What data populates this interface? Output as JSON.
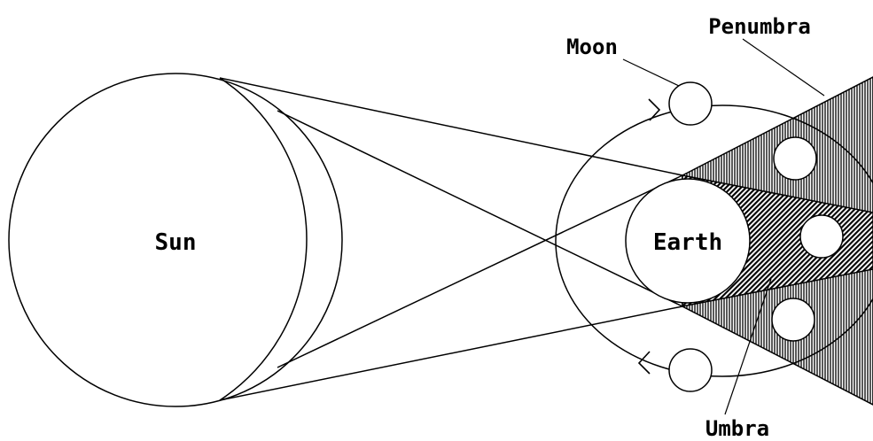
{
  "labels": {
    "sun": "Sun",
    "earth": "Earth",
    "moon": "Moon",
    "penumbra": "Penumbra",
    "umbra": "Umbra"
  },
  "colors": {
    "line": "#000000",
    "background": "#ffffff"
  }
}
